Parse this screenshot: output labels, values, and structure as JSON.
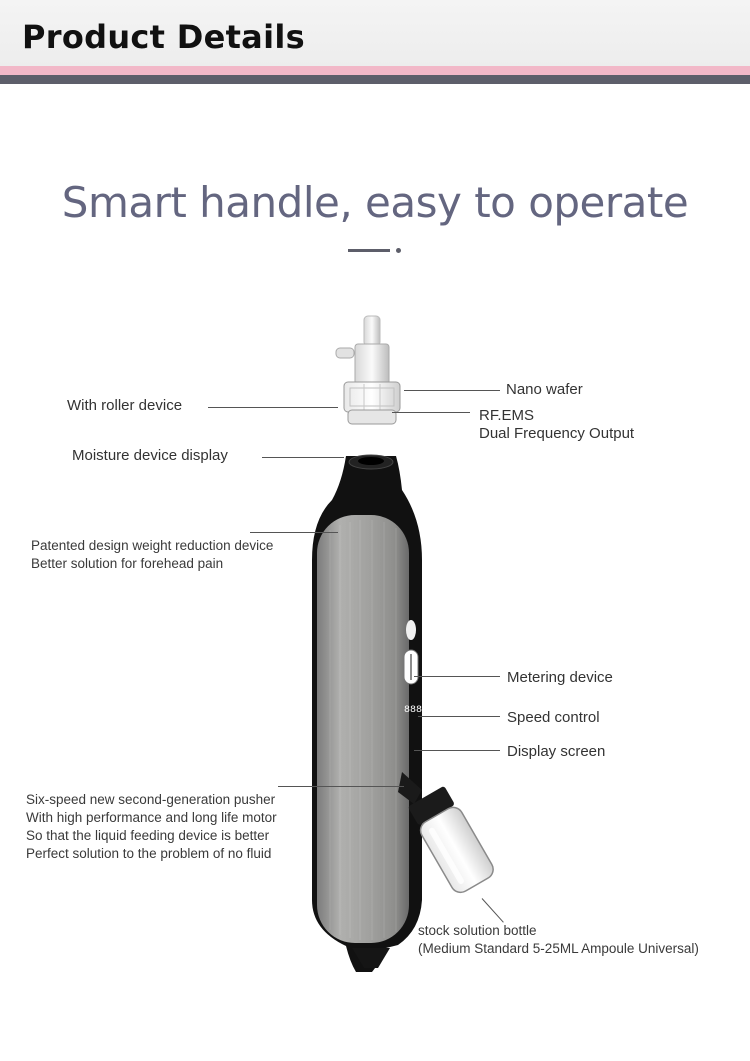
{
  "header": {
    "title": "Product Details"
  },
  "main": {
    "title": "Smart handle, easy to operate"
  },
  "device": {
    "digits": "888"
  },
  "callouts": {
    "nano_wafer": "Nano wafer",
    "with_roller": "With roller device",
    "rf_ems": [
      "RF.EMS",
      "Dual Frequency Output"
    ],
    "moisture": "Moisture device display",
    "patented": [
      "Patented design weight reduction device",
      "Better solution for forehead pain"
    ],
    "metering": "Metering device",
    "speed": "Speed control",
    "display": "Display screen",
    "pusher": [
      "Six-speed new second-generation pusher",
      "With high performance and long life motor",
      "So that the liquid feeding device is better",
      "Perfect solution to the problem of no fluid"
    ],
    "bottle": [
      "stock solution bottle",
      "(Medium Standard 5-25ML Ampoule Universal)"
    ]
  },
  "colors": {
    "pink_stripe": "#f2b8c8",
    "gray_stripe": "#5d5e6a",
    "title": "#646680"
  }
}
